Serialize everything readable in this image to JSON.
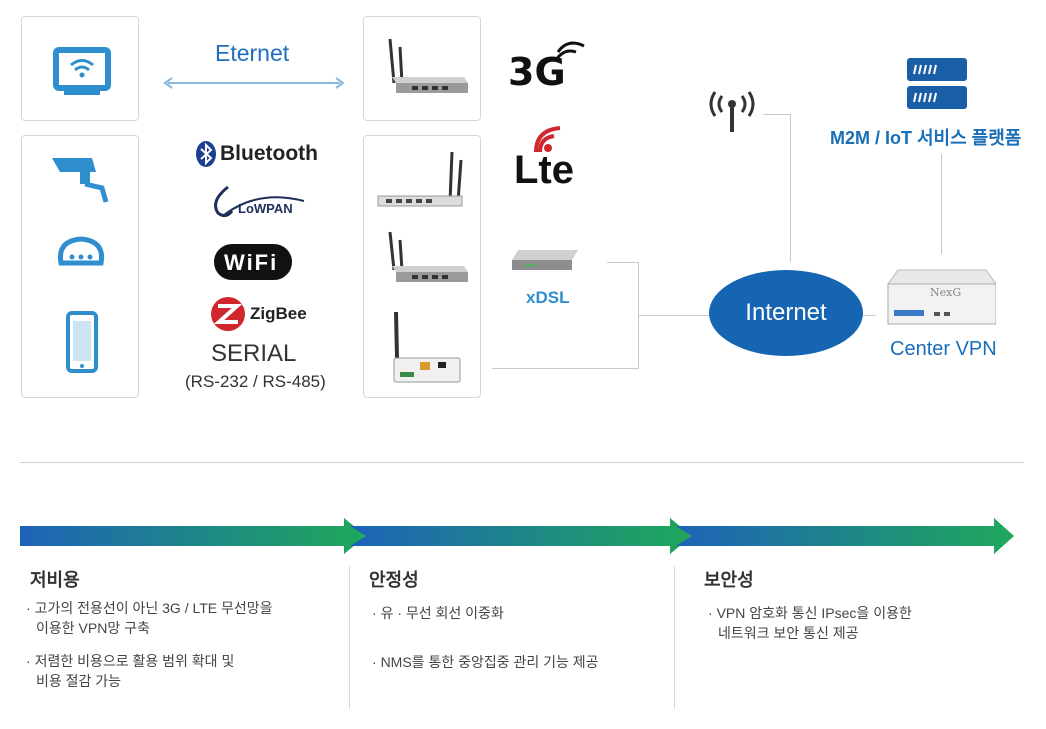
{
  "diagram": {
    "eternet_label": "Eternet",
    "protocols": {
      "bluetooth": "Bluetooth",
      "lowpan": "LoWPAN",
      "wifi": "WiFi",
      "zigbee": "ZigBee",
      "serial": "SERIAL",
      "serial_sub": "(RS-232 / RS-485)"
    },
    "wan": {
      "threeg": "3G",
      "lte": "Lte",
      "xdsl": "xDSL"
    },
    "internet": "Internet",
    "platform": "M2M / IoT 서비스 플랫폼",
    "center_vpn": "Center VPN",
    "nexg": "NexG"
  },
  "features": [
    {
      "title": "저비용",
      "bullets": [
        [
          "고가의 전용선이 아닌 3G / LTE 무선망을",
          "이용한 VPN망 구축"
        ],
        [
          "저렴한 비용으로 활용 범위 확대 및",
          "비용 절감 가능"
        ]
      ]
    },
    {
      "title": "안정성",
      "bullets": [
        [
          "유 · 무선 회선 이중화"
        ],
        [
          "NMS를 통한 중앙집중 관리 기능 제공"
        ]
      ]
    },
    {
      "title": "보안성",
      "bullets": [
        [
          "VPN 암호화 통신 IPsec을 이용한",
          "네트워크 보안 통신 제공"
        ]
      ]
    }
  ],
  "colors": {
    "blue": "#1a6fb7",
    "arrow_start": "#1e63b8",
    "arrow_end": "#1fa85a",
    "internet_fill": "#1565b3"
  },
  "icons": [
    "monitor-wifi-icon",
    "cctv-icon",
    "sensor-icon",
    "phone-icon",
    "router-icon",
    "antenna-icon",
    "server-icon",
    "appliance-icon"
  ]
}
